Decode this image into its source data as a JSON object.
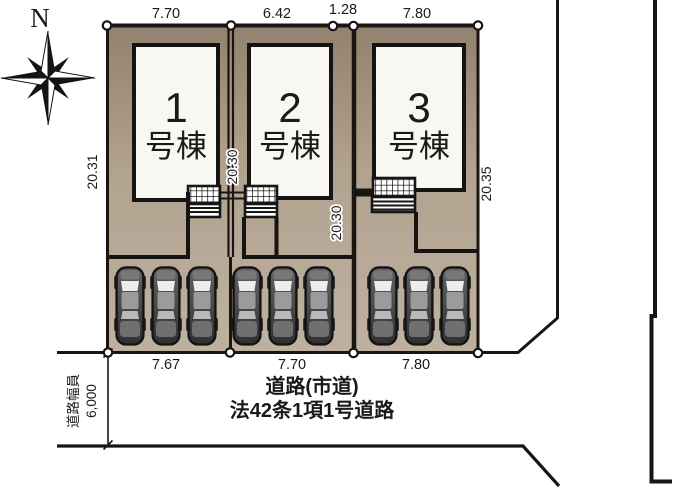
{
  "site_plan": {
    "compass": {
      "label": "N"
    },
    "buildings": [
      {
        "number": "1",
        "suffix": "号棟"
      },
      {
        "number": "2",
        "suffix": "号棟"
      },
      {
        "number": "3",
        "suffix": "号棟"
      }
    ],
    "dimensions": {
      "top": [
        "7.70",
        "6.42",
        "1.28",
        "7.80"
      ],
      "bottom": [
        "7.67",
        "7.70",
        "7.80"
      ],
      "left_side": "20.31",
      "lot1_lot2_boundary": "20.30",
      "lot2_lot3_boundary": "20.30",
      "right_side": "20.35"
    },
    "road": {
      "name_line1": "道路(市道)",
      "name_line2": "法42条1項1号道路",
      "width_label": "道路幅員",
      "width_value": "6,000"
    },
    "colors": {
      "lot_fill_top": "#93816f",
      "lot_fill_mid": "#b2a290",
      "lot_fill_bottom": "#bfb1a0",
      "house_fill": "#f9f7f2",
      "line": "#1a1511"
    }
  }
}
